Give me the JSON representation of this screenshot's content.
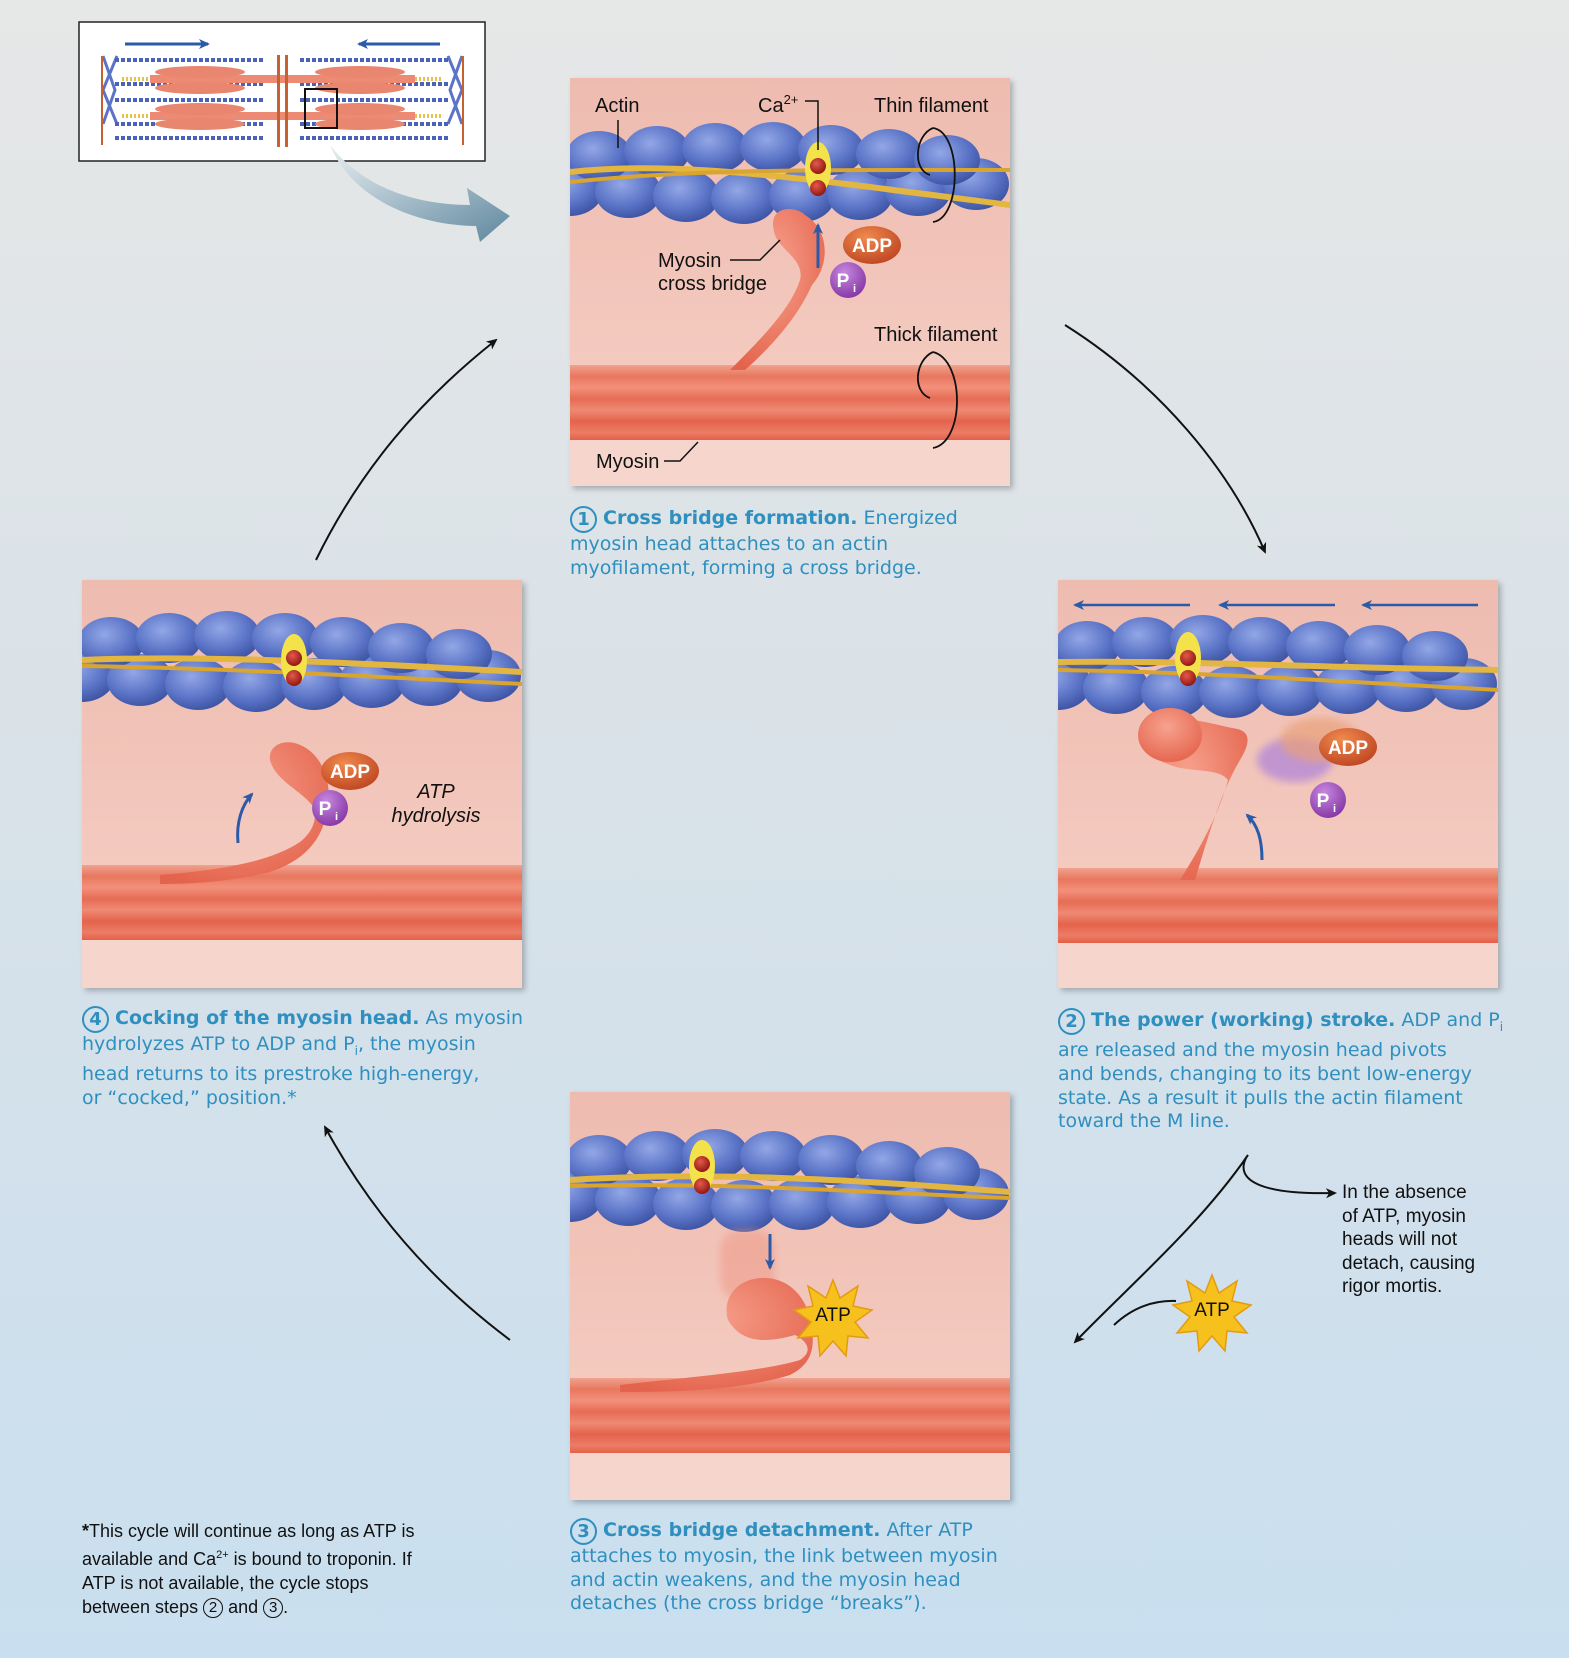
{
  "labels": {
    "actin": "Actin",
    "calcium": "Ca",
    "calcium_sup": "2+",
    "thin_filament": "Thin filament",
    "thick_filament": "Thick filament",
    "myosin": "Myosin",
    "myosin_cross_bridge_1": "Myosin",
    "myosin_cross_bridge_2": "cross bridge",
    "adp": "ADP",
    "pi": "P",
    "pi_sub": "i",
    "atp": "ATP",
    "atp_hydrolysis_1": "ATP",
    "atp_hydrolysis_2": "hydrolysis"
  },
  "steps": [
    {
      "number": "1",
      "title": "Cross bridge formation.",
      "text_lines": [
        "Energized",
        "myosin head attaches to an actin",
        "myofilament, forming a cross bridge."
      ]
    },
    {
      "number": "2",
      "title": "The power (working) stroke.",
      "text_lines": [
        "ADP and P",
        "are released and the myosin head pivots",
        "and bends, changing to its bent low-energy",
        "state. As a result it pulls the actin filament",
        "toward the M line."
      ],
      "sub": "i"
    },
    {
      "number": "3",
      "title": "Cross bridge detachment.",
      "text_lines": [
        "After ATP",
        "attaches to myosin, the link between myosin",
        "and actin weakens, and the myosin head",
        "detaches (the cross bridge “breaks”)."
      ]
    },
    {
      "number": "4",
      "title": "Cocking of the myosin head.",
      "text_lines": [
        "As myosin",
        "hydrolyzes ATP to ADP and P",
        ", the myosin",
        "head returns to its prestroke high-energy,",
        "or “cocked,” position.*"
      ],
      "sub": "i"
    }
  ],
  "rigor_note": {
    "lines": [
      "In the absence",
      "of ATP, myosin",
      "heads will not",
      "detach, causing",
      "rigor mortis."
    ]
  },
  "footnote": {
    "star": "*",
    "line1": "This cycle will continue as long as ATP is",
    "line2a": "available and Ca",
    "line2sup": "2+",
    "line2b": " is bound to troponin. If",
    "line3": "ATP is not available, the cycle stops",
    "line4a": "between steps ",
    "num_a": "2",
    "line4b": " and ",
    "num_b": "3",
    "line4c": "."
  },
  "colors": {
    "caption_blue": "#2f8fbf",
    "actin_blue": "#5a74c6",
    "tropomyosin": "#e3b541",
    "myosin_salmon": "#ec7360",
    "panel_bg": "#f1c0b3",
    "adp_orange": "#cf5a2c",
    "pi_purple": "#9a48b4",
    "atp_yellow": "#f6c01d",
    "arrow_blue": "#2b5aa8"
  }
}
